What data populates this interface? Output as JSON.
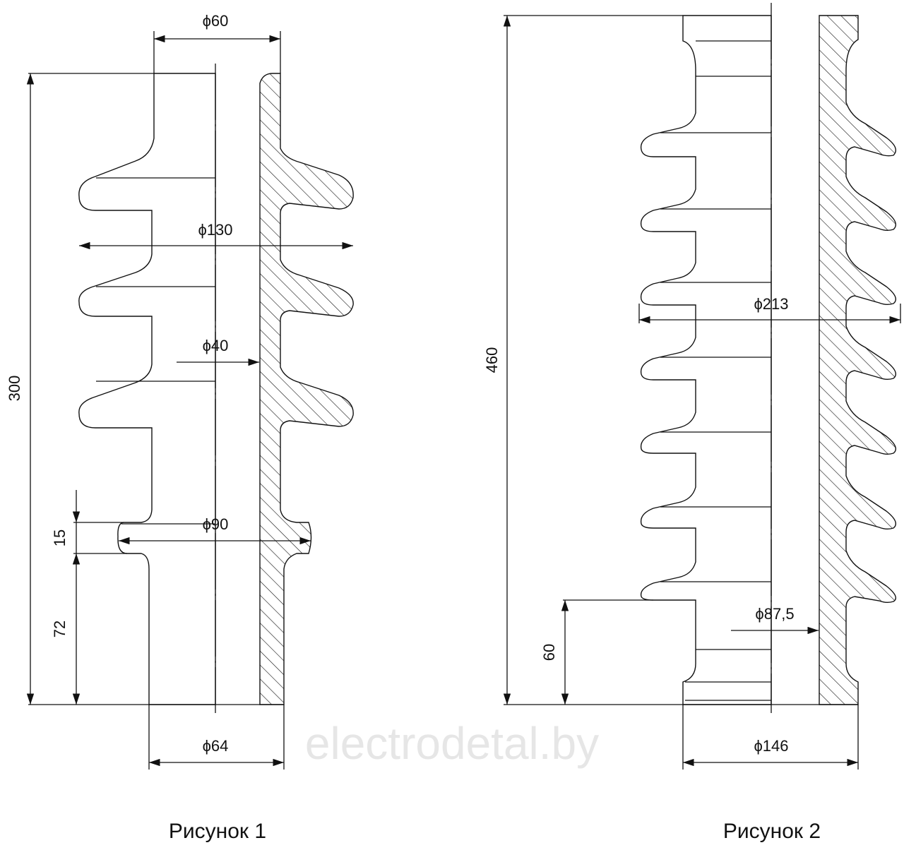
{
  "watermark": "electrodetal.by",
  "figure1": {
    "caption": "Рисунок 1",
    "dims": {
      "top_diameter": "ϕ60",
      "height": "300",
      "shed_diameter": "ϕ130",
      "core_diameter": "ϕ40",
      "flange_diameter": "ϕ90",
      "flange_thickness": "15",
      "base_height": "72",
      "base_diameter": "ϕ64"
    }
  },
  "figure2": {
    "caption": "Рисунок 2",
    "dims": {
      "height": "460",
      "shed_diameter": "ϕ213",
      "core_diameter": "ϕ87,5",
      "base_height": "60",
      "base_diameter": "ϕ146"
    }
  }
}
